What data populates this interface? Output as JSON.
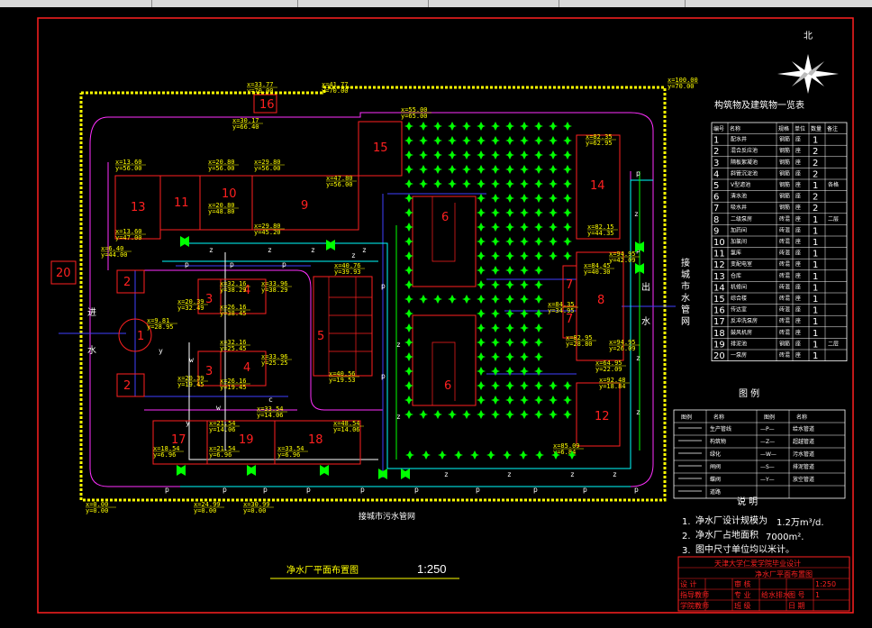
{
  "north_label": "北",
  "buildings": [
    "1",
    "2",
    "2",
    "3",
    "3",
    "4",
    "4",
    "5",
    "6",
    "6",
    "7",
    "7",
    "8",
    "9",
    "10",
    "11",
    "12",
    "13",
    "14",
    "15",
    "16",
    "17",
    "18",
    "19",
    "20"
  ],
  "coords": [
    {
      "x": "x=33.77",
      "y": "y=70.00"
    },
    {
      "x": "x=30.17",
      "y": "y=66.40"
    },
    {
      "x": "x=41.77",
      "y": "y=70.00"
    },
    {
      "x": "x=55.00",
      "y": "y=65.00"
    },
    {
      "x": "x=100.00",
      "y": "y=70.00"
    },
    {
      "x": "x=13.60",
      "y": "y=56.00"
    },
    {
      "x": "x=20.80",
      "y": "y=56.00"
    },
    {
      "x": "x=29.80",
      "y": "y=56.00"
    },
    {
      "x": "x=47.80",
      "y": "y=56.00"
    },
    {
      "x": "x=20.80",
      "y": "y=48.80"
    },
    {
      "x": "x=13.60",
      "y": "y=47.00"
    },
    {
      "x": "x=29.80",
      "y": "y=45.20"
    },
    {
      "x": "x=6.40",
      "y": "y=44.00"
    },
    {
      "x": "x=82.35",
      "y": "y=62.95"
    },
    {
      "x": "x=82.15",
      "y": "y=44.35"
    },
    {
      "x": "x=94.95",
      "y": "y=42.09"
    },
    {
      "x": "x=84.45",
      "y": "y=40.30"
    },
    {
      "x": "x=40.76",
      "y": "y=39.93"
    },
    {
      "x": "x=20.39",
      "y": "y=32.49"
    },
    {
      "x": "x=32.16",
      "y": "y=38.29"
    },
    {
      "x": "x=33.96",
      "y": "y=38.29"
    },
    {
      "x": "x=26.16",
      "y": "y=38.45"
    },
    {
      "x": "x=9.81",
      "y": "y=28.95"
    },
    {
      "x": "x=84.35",
      "y": "y=34.95"
    },
    {
      "x": "x=82.95",
      "y": "y=28.80"
    },
    {
      "x": "x=94.95",
      "y": "y=26.09"
    },
    {
      "x": "x=32.16",
      "y": "y=25.45"
    },
    {
      "x": "x=33.96",
      "y": "y=25.25"
    },
    {
      "x": "x=20.39",
      "y": "y=19.45"
    },
    {
      "x": "x=26.16",
      "y": "y=19.45"
    },
    {
      "x": "x=40.56",
      "y": "y=19.53"
    },
    {
      "x": "x=33.54",
      "y": "y=14.06"
    },
    {
      "x": "x=64.95",
      "y": "y=22.09"
    },
    {
      "x": "x=92.48",
      "y": "y=18.84"
    },
    {
      "x": "x=21.54",
      "y": "y=14.06"
    },
    {
      "x": "x=48.54",
      "y": "y=14.06"
    },
    {
      "x": "x=18.54",
      "y": "y=6.96"
    },
    {
      "x": "x=21.54",
      "y": "y=6.96"
    },
    {
      "x": "x=33.54",
      "y": "y=6.96"
    },
    {
      "x": "x=85.09",
      "y": "y=6.84"
    },
    {
      "x": "x=0.00",
      "y": "y=0.00"
    },
    {
      "x": "x=24.99",
      "y": "y=0.00"
    },
    {
      "x": "x=30.99",
      "y": "y=0.00"
    }
  ],
  "labels": {
    "inlet": "进水",
    "outlet": "出水",
    "to_municipal": "接城市水管网",
    "to_sewer": "接城市污水管网"
  },
  "plan_title": "净水厂平面布置图",
  "plan_scale": "1:250",
  "building_table": {
    "title": "构筑物及建筑物一览表",
    "headers": [
      "编号",
      "名称",
      "规格",
      "单位",
      "数量",
      "备注"
    ],
    "rows": [
      {
        "no": "1",
        "name": "配水井",
        "spec": "钢筋",
        "unit": "座",
        "qty": "1",
        "note": ""
      },
      {
        "no": "2",
        "name": "混合反应池",
        "spec": "钢筋",
        "unit": "座",
        "qty": "2",
        "note": ""
      },
      {
        "no": "3",
        "name": "隔板絮凝池",
        "spec": "钢筋",
        "unit": "座",
        "qty": "2",
        "note": ""
      },
      {
        "no": "4",
        "name": "斜管沉淀池",
        "spec": "钢筋",
        "unit": "座",
        "qty": "2",
        "note": ""
      },
      {
        "no": "5",
        "name": "V型滤池",
        "spec": "钢筋",
        "unit": "座",
        "qty": "1",
        "note": "各格"
      },
      {
        "no": "6",
        "name": "清水池",
        "spec": "钢筋",
        "unit": "座",
        "qty": "2",
        "note": ""
      },
      {
        "no": "7",
        "name": "吸水井",
        "spec": "钢筋",
        "unit": "座",
        "qty": "2",
        "note": ""
      },
      {
        "no": "8",
        "name": "二级泵房",
        "spec": "砖混",
        "unit": "座",
        "qty": "1",
        "note": "二层"
      },
      {
        "no": "9",
        "name": "加药间",
        "spec": "砖混",
        "unit": "座",
        "qty": "1",
        "note": ""
      },
      {
        "no": "10",
        "name": "加氯间",
        "spec": "砖混",
        "unit": "座",
        "qty": "1",
        "note": ""
      },
      {
        "no": "11",
        "name": "氯库",
        "spec": "砖混",
        "unit": "座",
        "qty": "1",
        "note": ""
      },
      {
        "no": "12",
        "name": "变配电室",
        "spec": "砖混",
        "unit": "座",
        "qty": "1",
        "note": ""
      },
      {
        "no": "13",
        "name": "仓库",
        "spec": "砖混",
        "unit": "座",
        "qty": "1",
        "note": ""
      },
      {
        "no": "14",
        "name": "机修间",
        "spec": "砖混",
        "unit": "座",
        "qty": "1",
        "note": ""
      },
      {
        "no": "15",
        "name": "综合楼",
        "spec": "砖混",
        "unit": "座",
        "qty": "1",
        "note": ""
      },
      {
        "no": "16",
        "name": "传达室",
        "spec": "砖混",
        "unit": "座",
        "qty": "1",
        "note": ""
      },
      {
        "no": "17",
        "name": "反冲洗泵房",
        "spec": "砖混",
        "unit": "座",
        "qty": "1",
        "note": ""
      },
      {
        "no": "18",
        "name": "鼓风机房",
        "spec": "砖混",
        "unit": "座",
        "qty": "1",
        "note": ""
      },
      {
        "no": "19",
        "name": "排泥池",
        "spec": "钢筋",
        "unit": "座",
        "qty": "1",
        "note": "二层"
      },
      {
        "no": "20",
        "name": "一泵房",
        "spec": "砖混",
        "unit": "座",
        "qty": "1",
        "note": ""
      }
    ]
  },
  "legend": {
    "title": "图 例",
    "headers": [
      "图例",
      "名称",
      "图例",
      "名称"
    ],
    "rows": [
      {
        "name1": "生产管线",
        "sym2": "—P—",
        "name2": "给水管道"
      },
      {
        "name1": "构筑物",
        "sym2": "—Z—",
        "name2": "超越管道"
      },
      {
        "name1": "绿化",
        "sym2": "—W—",
        "name2": "污水管道"
      },
      {
        "name1": "闸阀",
        "sym2": "—S—",
        "name2": "排泥管道"
      },
      {
        "name1": "蝶阀",
        "sym2": "—Y—",
        "name2": "放空管道"
      },
      {
        "name1": "道路",
        "sym2": "",
        "name2": ""
      }
    ]
  },
  "notes": {
    "title": "说 明",
    "items": [
      {
        "no": "1.",
        "text": "净水厂设计规模为",
        "value": "1.2万m³/d."
      },
      {
        "no": "2.",
        "text": "净水厂占地面积",
        "value": "7000m²."
      },
      {
        "no": "3.",
        "text": "图中尺寸单位均以米计。",
        "value": ""
      }
    ]
  },
  "title_block": {
    "school": "天津大学仁爱学院毕业设计",
    "drawing": "净水厂平面布置图",
    "rows": [
      [
        "设 计",
        "",
        "审 核",
        "",
        "",
        "1:250"
      ],
      [
        "指导教师",
        "",
        "专 业",
        "给水排水",
        "图 号",
        "1"
      ],
      [
        "学院教师",
        "",
        "班 级",
        "",
        "日 期",
        ""
      ]
    ]
  }
}
